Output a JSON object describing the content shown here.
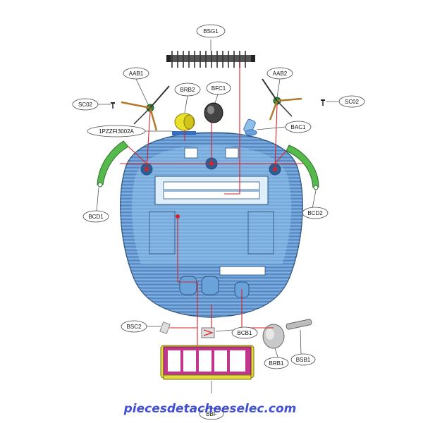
{
  "diagram": {
    "labels": {
      "bsg1": "BSG1",
      "aab1": "AAB1",
      "aab2": "AAB2",
      "brb2": "BRB2",
      "bfc1": "BFC1",
      "sc02_left": "SC02",
      "sc02_right": "SC02",
      "part_1pzzf": "1PZZFI3002A",
      "bac1": "BAC1",
      "bcd1": "BCD1",
      "bcd2": "BCD2",
      "bsc2": "BSC2",
      "bcb1": "BCB1",
      "brb1": "BRB1",
      "bsb1": "BSB1",
      "bbf": "BBF"
    },
    "watermark": "piecesdetacheeselec.com",
    "colors": {
      "body_blue": "#4a86c8",
      "leader_red": "#d8222a",
      "side_brush_green": "#3fa13a",
      "filter_magenta": "#c0368a",
      "filter_yellow": "#e3dc3c",
      "watermark_blue": "#2c3dd0"
    }
  }
}
